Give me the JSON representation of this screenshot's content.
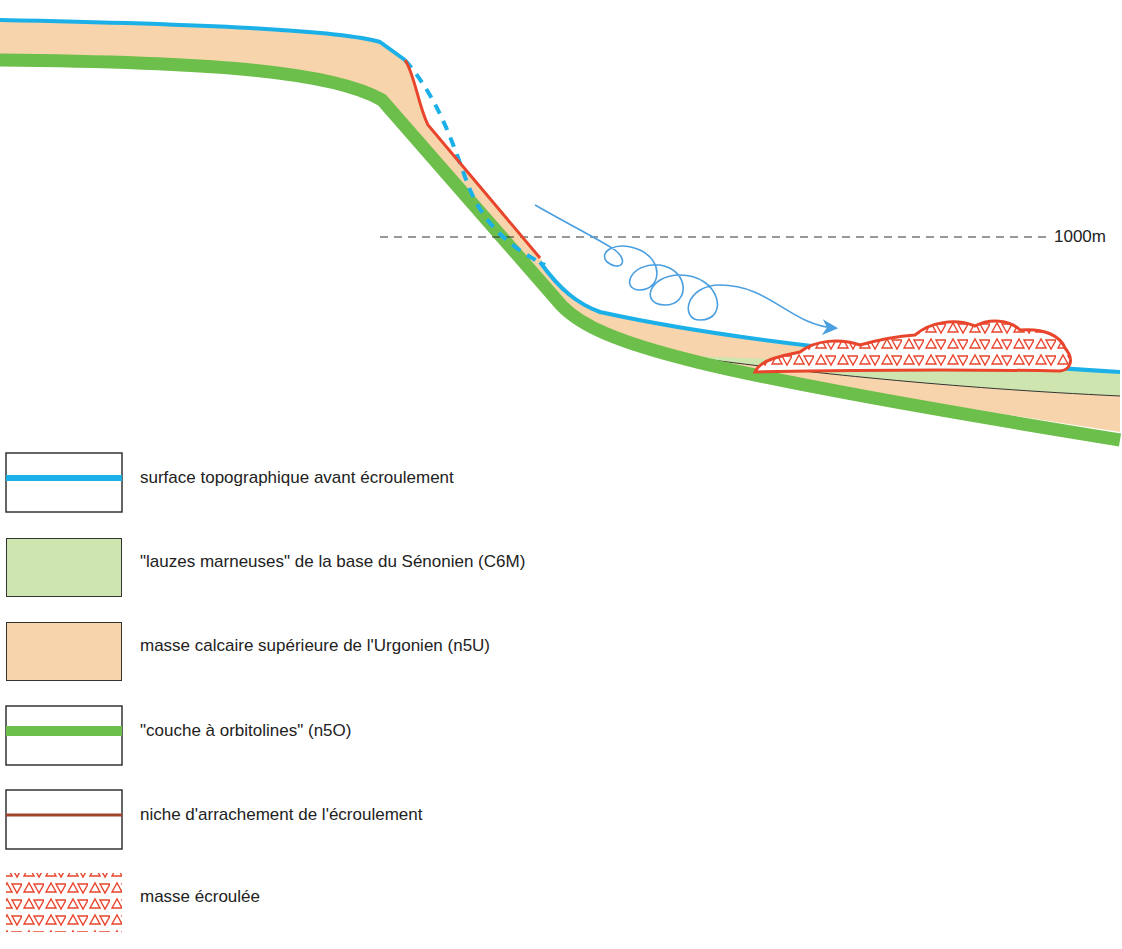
{
  "diagram": {
    "labels": [
      "1000m"
    ],
    "legend": [
      {
        "text": "surface topographique avant écroulement"
      },
      {
        "text": "\"lauzes marneuses\" de la base du Sénonien (C6M)",
        "color": "#cfe5b0"
      },
      {
        "text": "masse calcaire supérieure de l'Urgonien (n5U)",
        "color": "#f7d4ab"
      },
      {
        "text": "\"couche à orbitolines\" (n5O)"
      },
      {
        "text": "niche d'arrachement de l'écroulement"
      },
      {
        "text": "masse écroulée"
      }
    ]
  }
}
